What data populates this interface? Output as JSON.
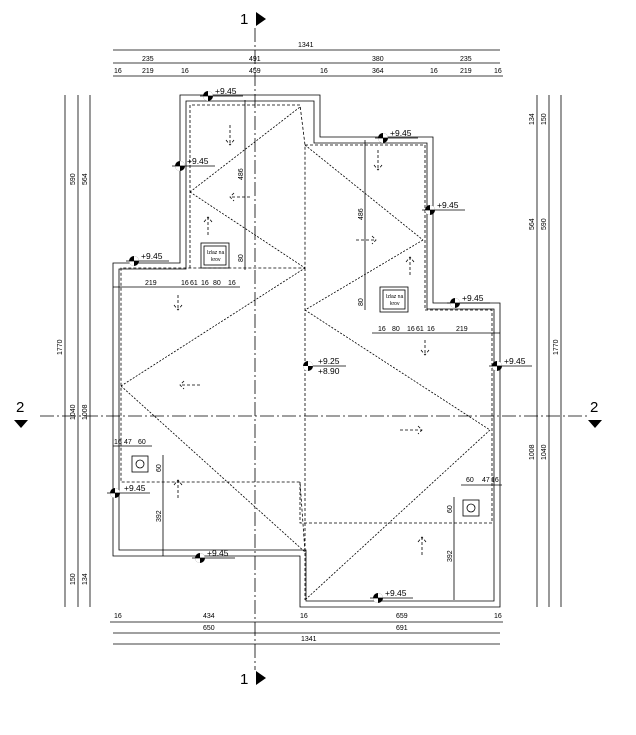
{
  "sections": {
    "top": "1",
    "bottom": "1",
    "left": "2",
    "right": "2"
  },
  "dims_top": {
    "total": "1341",
    "row2": [
      "235",
      "491",
      "380",
      "235"
    ],
    "row3": [
      "219",
      "459",
      "364",
      "219"
    ],
    "small": "16"
  },
  "dims_bottom": {
    "row1": [
      "434",
      "659"
    ],
    "row2": [
      "650",
      "691"
    ],
    "total": "1341",
    "small": "16"
  },
  "dims_left": {
    "total": "1770",
    "row2": [
      "590",
      "1040",
      "150"
    ],
    "row3": [
      "564",
      "1008",
      "134"
    ]
  },
  "dims_right": {
    "total": "1770",
    "row2": [
      "150",
      "590",
      "1040"
    ],
    "row3": [
      "134",
      "564",
      "1008"
    ]
  },
  "inner_dims": {
    "ridge_left": "486",
    "ridge_right": "486",
    "hatch_a": [
      "219",
      "16",
      "61",
      "16",
      "80",
      "16"
    ],
    "hatch_b": [
      "16",
      "80",
      "16",
      "61",
      "16",
      "219"
    ],
    "hatch_h": "80",
    "chimney_a": [
      "16",
      "47",
      "60"
    ],
    "chimney_b": [
      "60",
      "47",
      "16"
    ],
    "chimney_h": "60",
    "chimney_dist": "392"
  },
  "roof_exit": {
    "line1": "Izlaz na",
    "line2": "krov"
  },
  "levels": {
    "eave": "+9.45",
    "center_top": "+9.25",
    "center_bottom": "+8.90"
  }
}
